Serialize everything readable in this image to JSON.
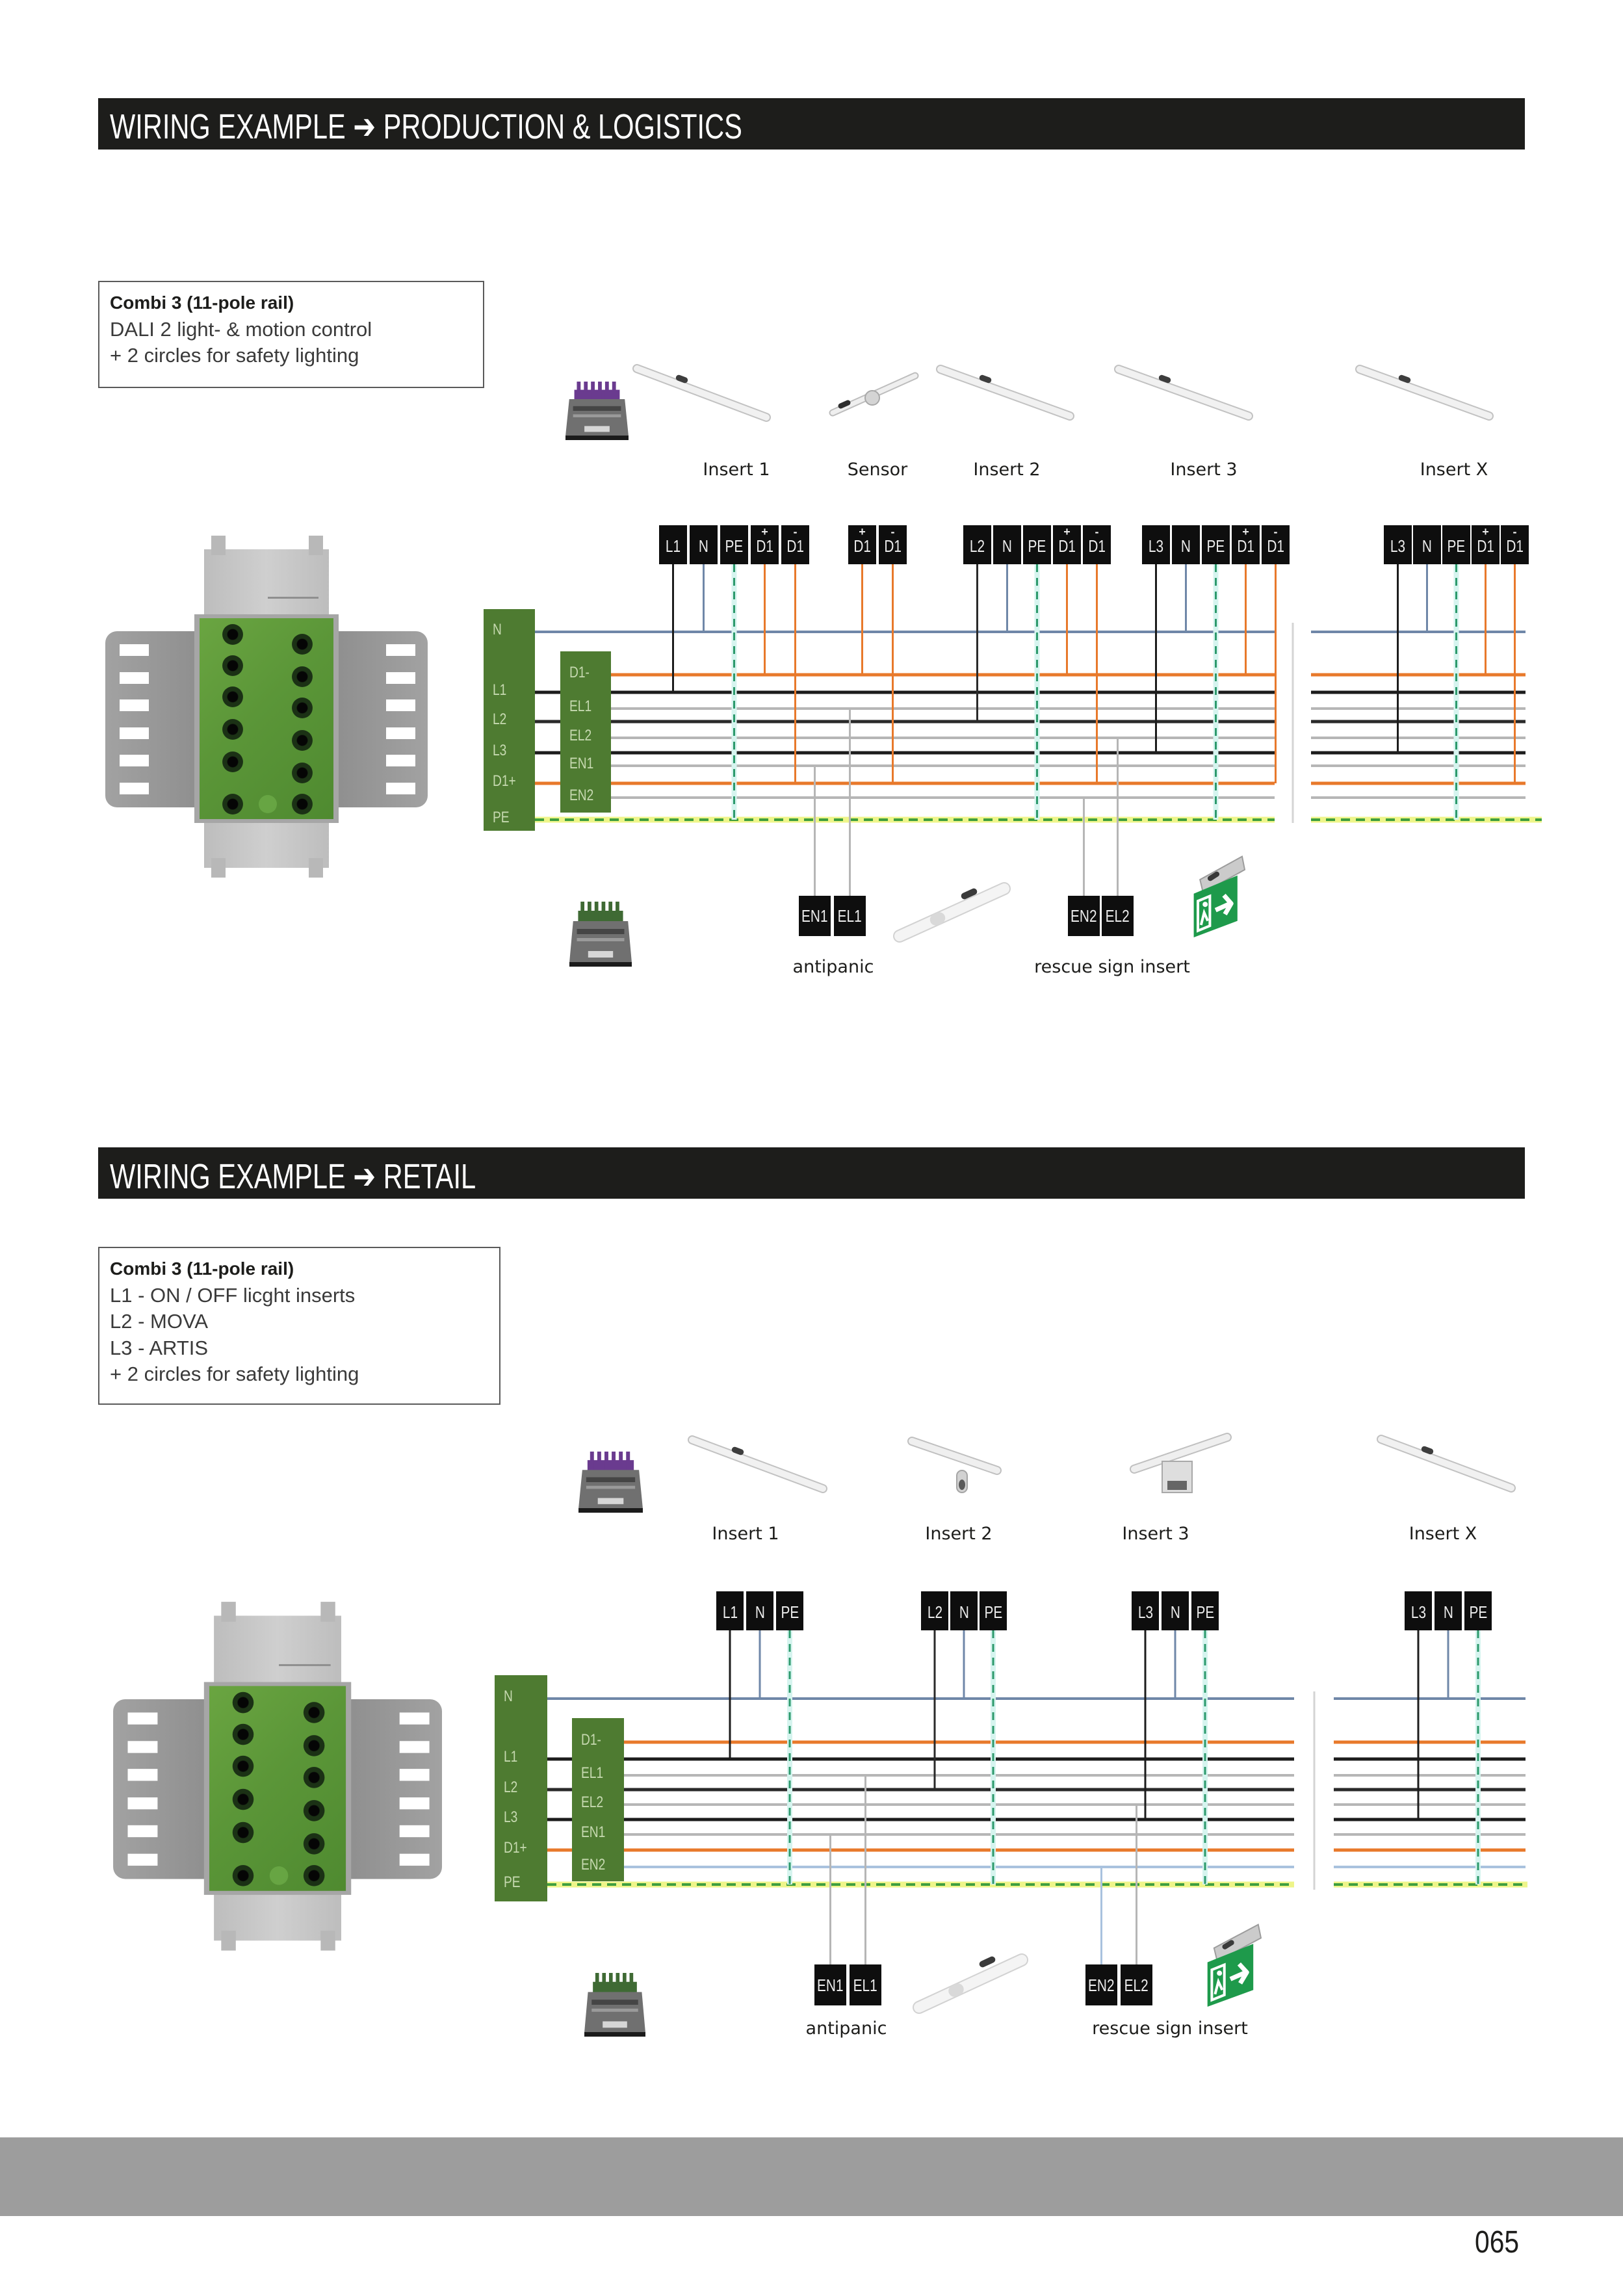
{
  "page": {
    "number": "065"
  },
  "theme": {
    "header_bg": "#1d1d1b",
    "header_text": "#ffffff",
    "footer_band": "#9d9d9d",
    "terminal_block": "#0e0e0e",
    "terminal_text": "#ececec",
    "rail_terminal_green": "#4e7b31",
    "rail_terminal_text": "#c6d9b0",
    "segment_divider": "#d4d4d4"
  },
  "sections": [
    {
      "key": "production-logistics",
      "title": "WIRING EXAMPLE ➔ PRODUCTION & LOGISTICS",
      "info": {
        "heading": "Combi 3 (11-pole rail)",
        "lines": [
          "DALI 2 light- & motion control",
          "+ 2 circles for safety lighting"
        ]
      },
      "conductors": [
        {
          "id": "N",
          "color": "#6f87a8"
        },
        {
          "id": "D1-",
          "color": "#e8792b"
        },
        {
          "id": "L1",
          "color": "#1c1c1c"
        },
        {
          "id": "EL1",
          "color": "#b6b6b6"
        },
        {
          "id": "L2",
          "color": "#2a2a2a"
        },
        {
          "id": "EL2",
          "color": "#b6b6b6"
        },
        {
          "id": "L3",
          "color": "#1c1c1c"
        },
        {
          "id": "EN1",
          "color": "#b6b6b6"
        },
        {
          "id": "D1+",
          "color": "#e8792b"
        },
        {
          "id": "EN2",
          "color": "#b6b6b6"
        },
        {
          "id": "PE",
          "color": "#3f9f3f",
          "highlight": "#e3ee3a",
          "drop_color": "#2d9a6c",
          "pattern": "dashed"
        }
      ],
      "rail": {
        "main_terminals": [
          {
            "label": "N",
            "conductor": "N"
          },
          {
            "label": "L1",
            "conductor": "L1"
          },
          {
            "label": "L2",
            "conductor": "L2"
          },
          {
            "label": "L3",
            "conductor": "L3"
          },
          {
            "label": "D1+",
            "conductor": "D1+"
          },
          {
            "label": "PE",
            "conductor": "PE"
          }
        ],
        "aux_terminals": [
          {
            "label": "D1-",
            "conductor": "D1-"
          },
          {
            "label": "EL1",
            "conductor": "EL1"
          },
          {
            "label": "EL2",
            "conductor": "EL2"
          },
          {
            "label": "EN1",
            "conductor": "EN1"
          },
          {
            "label": "EN2",
            "conductor": "EN2"
          }
        ]
      },
      "control_gear": {
        "device": "dali-control-gear",
        "accent": "#6a3b8f"
      },
      "emergency_gear": {
        "device": "emergency-control-gear",
        "accent": "#3f6a34"
      },
      "inserts": [
        {
          "label": "Insert 1",
          "device": "linear-light",
          "terminals": [
            {
              "label": "L1",
              "conductor": "L1"
            },
            {
              "label": "N",
              "conductor": "N"
            },
            {
              "label": "PE",
              "conductor": "PE"
            },
            {
              "label": "D1",
              "polarity": "+",
              "conductor": "D1-"
            },
            {
              "label": "D1",
              "polarity": "-",
              "conductor": "D1+"
            }
          ]
        },
        {
          "label": "Sensor",
          "device": "sensor",
          "terminals": [
            {
              "label": "D1",
              "polarity": "+",
              "conductor": "D1-"
            },
            {
              "label": "D1",
              "polarity": "-",
              "conductor": "D1+"
            }
          ]
        },
        {
          "label": "Insert 2",
          "device": "linear-light",
          "terminals": [
            {
              "label": "L2",
              "conductor": "L2"
            },
            {
              "label": "N",
              "conductor": "N"
            },
            {
              "label": "PE",
              "conductor": "PE"
            },
            {
              "label": "D1",
              "polarity": "+",
              "conductor": "D1-"
            },
            {
              "label": "D1",
              "polarity": "-",
              "conductor": "D1+"
            }
          ]
        },
        {
          "label": "Insert 3",
          "device": "linear-light",
          "terminals": [
            {
              "label": "L3",
              "conductor": "L3"
            },
            {
              "label": "N",
              "conductor": "N"
            },
            {
              "label": "PE",
              "conductor": "PE"
            },
            {
              "label": "D1",
              "polarity": "+",
              "conductor": "D1-"
            },
            {
              "label": "D1",
              "polarity": "-",
              "conductor": "D1+"
            }
          ]
        },
        {
          "label": "Insert X",
          "device": "linear-light",
          "terminals": [
            {
              "label": "L3",
              "conductor": "L3"
            },
            {
              "label": "N",
              "conductor": "N"
            },
            {
              "label": "PE",
              "conductor": "PE"
            },
            {
              "label": "D1",
              "polarity": "+",
              "conductor": "D1-"
            },
            {
              "label": "D1",
              "polarity": "-",
              "conductor": "D1+"
            }
          ]
        }
      ],
      "emergency": [
        {
          "label": "antipanic",
          "device": "antipanic-light",
          "terminals": [
            {
              "label": "EN1",
              "conductor": "EN1"
            },
            {
              "label": "EL1",
              "conductor": "EL1"
            }
          ]
        },
        {
          "label": "rescue sign insert",
          "device": "exit-sign",
          "terminals": [
            {
              "label": "EN2",
              "conductor": "EN2"
            },
            {
              "label": "EL2",
              "conductor": "EL2"
            }
          ]
        }
      ]
    },
    {
      "key": "retail",
      "title": "WIRING EXAMPLE ➔ RETAIL",
      "info": {
        "heading": "Combi 3 (11-pole rail)",
        "lines": [
          "L1 - ON / OFF licght inserts",
          "L2 - MOVA",
          "L3 - ARTIS",
          "+ 2 circles for safety lighting"
        ]
      },
      "conductors": [
        {
          "id": "N",
          "color": "#6f87a8"
        },
        {
          "id": "D1-",
          "color": "#e8792b"
        },
        {
          "id": "L1",
          "color": "#1c1c1c"
        },
        {
          "id": "EL1",
          "color": "#b6b6b6"
        },
        {
          "id": "L2",
          "color": "#2a2a2a"
        },
        {
          "id": "EL2",
          "color": "#b6b6b6"
        },
        {
          "id": "L3",
          "color": "#1c1c1c"
        },
        {
          "id": "EN1",
          "color": "#b6b6b6"
        },
        {
          "id": "D1+",
          "color": "#e8792b"
        },
        {
          "id": "EN2",
          "color": "#a9c2de"
        },
        {
          "id": "PE",
          "color": "#3f9f3f",
          "highlight": "#e3ee3a",
          "drop_color": "#2d9a6c",
          "pattern": "dashed"
        }
      ],
      "rail": {
        "main_terminals": [
          {
            "label": "N",
            "conductor": "N"
          },
          {
            "label": "L1",
            "conductor": "L1"
          },
          {
            "label": "L2",
            "conductor": "L2"
          },
          {
            "label": "L3",
            "conductor": "L3"
          },
          {
            "label": "D1+",
            "conductor": "D1+"
          },
          {
            "label": "PE",
            "conductor": "PE"
          }
        ],
        "aux_terminals": [
          {
            "label": "D1-",
            "conductor": "D1-"
          },
          {
            "label": "EL1",
            "conductor": "EL1"
          },
          {
            "label": "EL2",
            "conductor": "EL2"
          },
          {
            "label": "EN1",
            "conductor": "EN1"
          },
          {
            "label": "EN2",
            "conductor": "EN2"
          }
        ]
      },
      "control_gear": {
        "device": "dali-control-gear",
        "accent": "#6a3b8f"
      },
      "emergency_gear": {
        "device": "emergency-control-gear",
        "accent": "#3f6a34"
      },
      "inserts": [
        {
          "label": "Insert 1",
          "device": "linear-light",
          "terminals": [
            {
              "label": "L1",
              "conductor": "L1"
            },
            {
              "label": "N",
              "conductor": "N"
            },
            {
              "label": "PE",
              "conductor": "PE"
            }
          ]
        },
        {
          "label": "Insert 2",
          "device": "spot-light",
          "terminals": [
            {
              "label": "L2",
              "conductor": "L2"
            },
            {
              "label": "N",
              "conductor": "N"
            },
            {
              "label": "PE",
              "conductor": "PE"
            }
          ]
        },
        {
          "label": "Insert 3",
          "device": "downlight-module",
          "terminals": [
            {
              "label": "L3",
              "conductor": "L3"
            },
            {
              "label": "N",
              "conductor": "N"
            },
            {
              "label": "PE",
              "conductor": "PE"
            }
          ]
        },
        {
          "label": "Insert X",
          "device": "linear-light",
          "terminals": [
            {
              "label": "L3",
              "conductor": "L3"
            },
            {
              "label": "N",
              "conductor": "N"
            },
            {
              "label": "PE",
              "conductor": "PE"
            }
          ]
        }
      ],
      "emergency": [
        {
          "label": "antipanic",
          "device": "antipanic-light",
          "terminals": [
            {
              "label": "EN1",
              "conductor": "EN1"
            },
            {
              "label": "EL1",
              "conductor": "EL1"
            }
          ]
        },
        {
          "label": "rescue sign insert",
          "device": "exit-sign",
          "terminals": [
            {
              "label": "EN2",
              "conductor": "EN2"
            },
            {
              "label": "EL2",
              "conductor": "EL2"
            }
          ]
        }
      ]
    }
  ]
}
